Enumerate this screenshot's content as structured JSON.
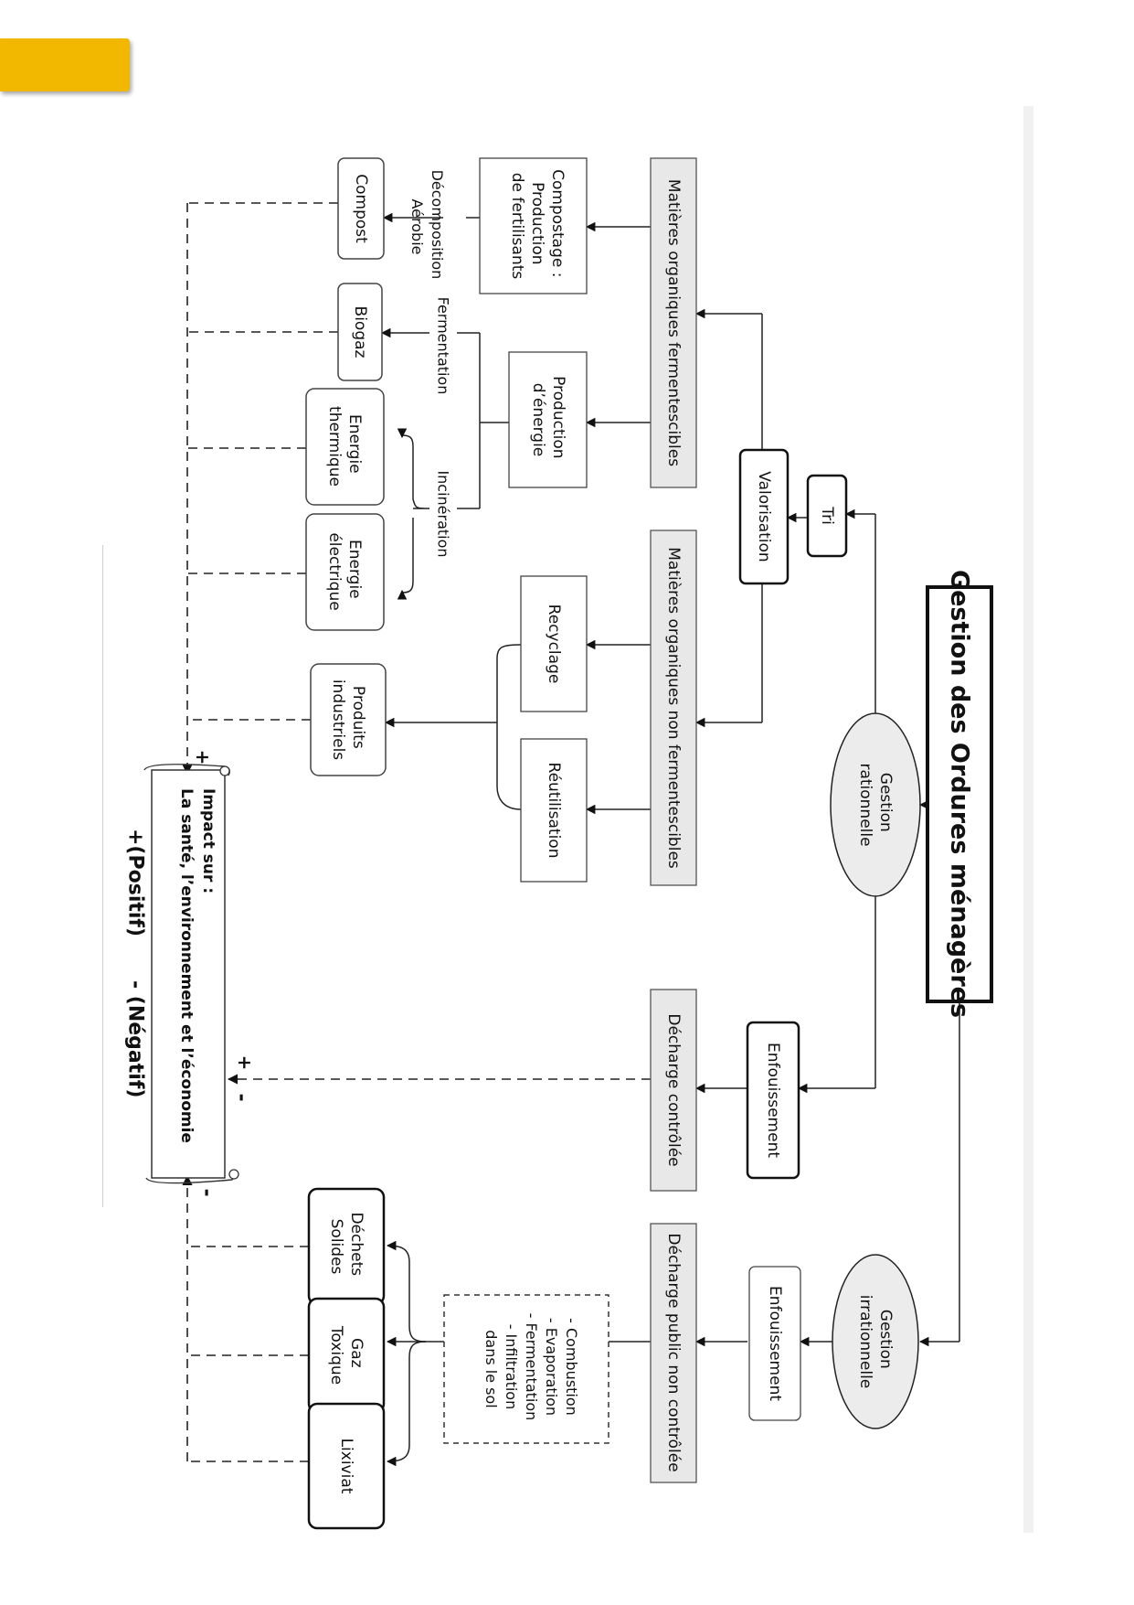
{
  "title": "Gestion des Ordures ménagères",
  "nodes": {
    "gestion_rationnelle": [
      "Gestion",
      "rationnelle"
    ],
    "gestion_irrationnelle": [
      "Gestion",
      "irrationnelle"
    ],
    "tri": "Tri",
    "valorisation": "Valorisation",
    "enfouissement_controle": "Enfouissement",
    "enfouissement_non_controle": "Enfouissement",
    "matieres_fermentescibles": "Matières organiques fermentescibles",
    "matieres_non_fermentescibles": "Matières organiques non  fermentescibles",
    "decharge_controlee": "Décharge contrôlée",
    "decharge_non_controlee": "Décharge public non  contrôlée",
    "compostage": [
      "Compostage :",
      "Production",
      "de fertilisants"
    ],
    "production_energie": [
      "Production",
      "d’énergie"
    ],
    "recyclage": "Recyclage",
    "reutilisation": "Réutilisation",
    "processus": [
      "- Combustion",
      "- Evaporation",
      "- Fermentation",
      "- Infiltration",
      "  dans le sol"
    ],
    "compost": "Compost",
    "biogaz": "Biogaz",
    "energie_thermique": [
      "Energie",
      "thermique"
    ],
    "energie_electrique": [
      "Energie",
      "électrique"
    ],
    "produits_industriels": [
      "Produits",
      "industriels"
    ],
    "dechets_solides": [
      "Déchets",
      "Solides"
    ],
    "gaz_toxique": [
      "Gaz",
      "Toxique"
    ],
    "lixiviat": "Lixiviat"
  },
  "edge_labels": {
    "decomposition": [
      "Décomposition",
      "Aérobie"
    ],
    "fermentation": "Fermentation",
    "incineration": "Incinération"
  },
  "impact": {
    "line1": "Impact sur :",
    "line2": "La santé, l’environnement et l’économie"
  },
  "signs": {
    "plus": "+",
    "minus": "-"
  },
  "legend": {
    "positive": "+(Positif)",
    "negative": "- (Négatif)"
  }
}
